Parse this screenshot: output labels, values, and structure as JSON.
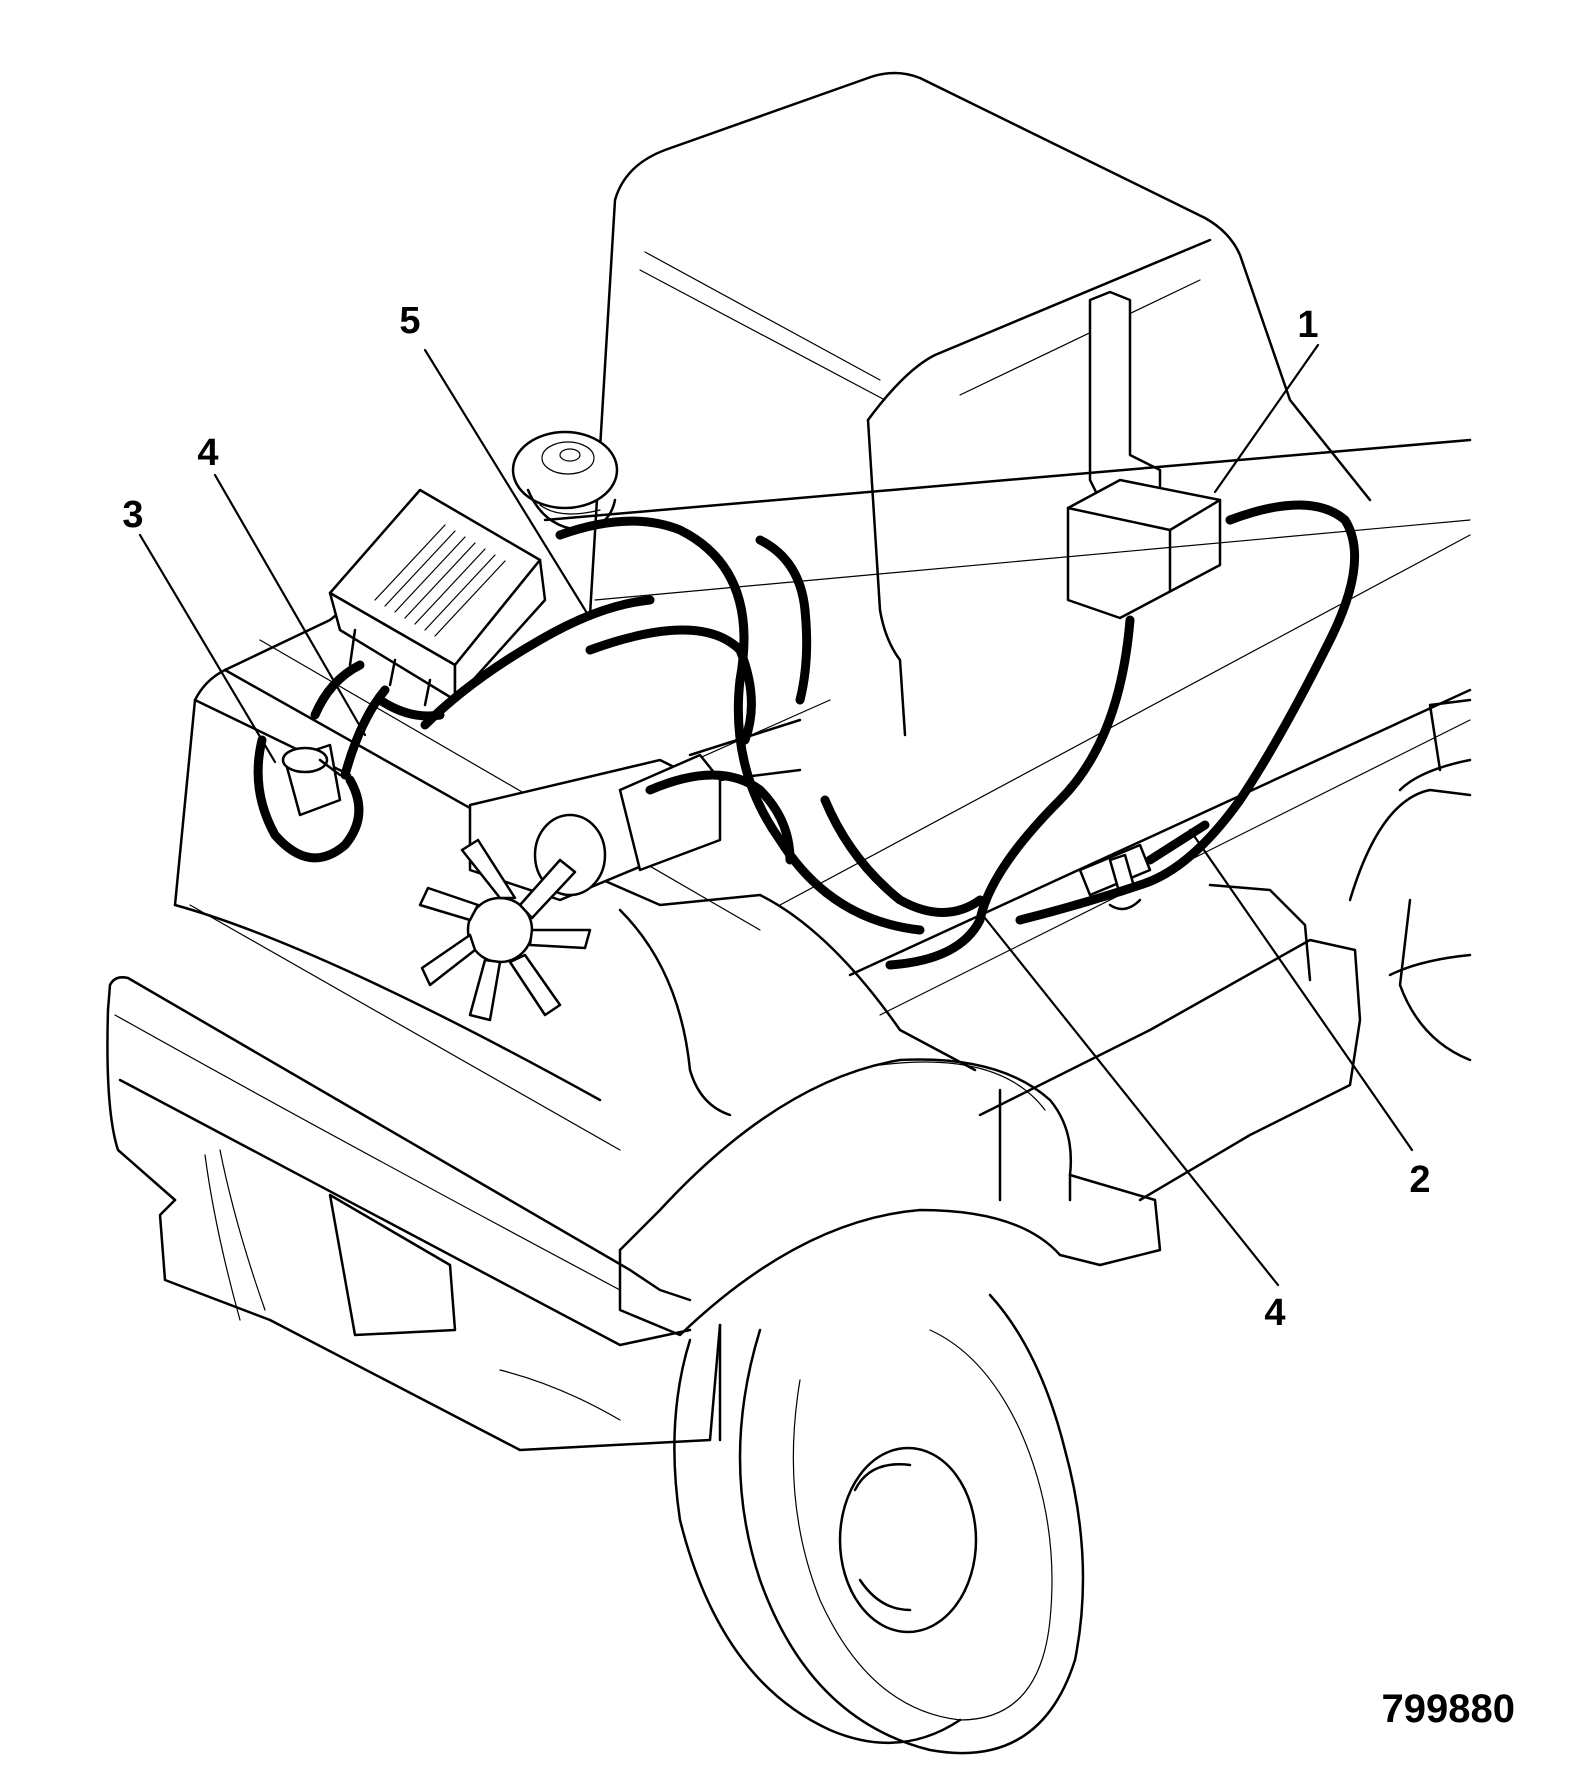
{
  "callouts": [
    {
      "id": "c1",
      "label": "1"
    },
    {
      "id": "c2",
      "label": "2"
    },
    {
      "id": "c3",
      "label": "3"
    },
    {
      "id": "c4a",
      "label": "4"
    },
    {
      "id": "c4b",
      "label": "4"
    },
    {
      "id": "c5",
      "label": "5"
    }
  ],
  "figure_number": "799880",
  "colors": {
    "ink": "#000000",
    "paper": "#ffffff"
  }
}
